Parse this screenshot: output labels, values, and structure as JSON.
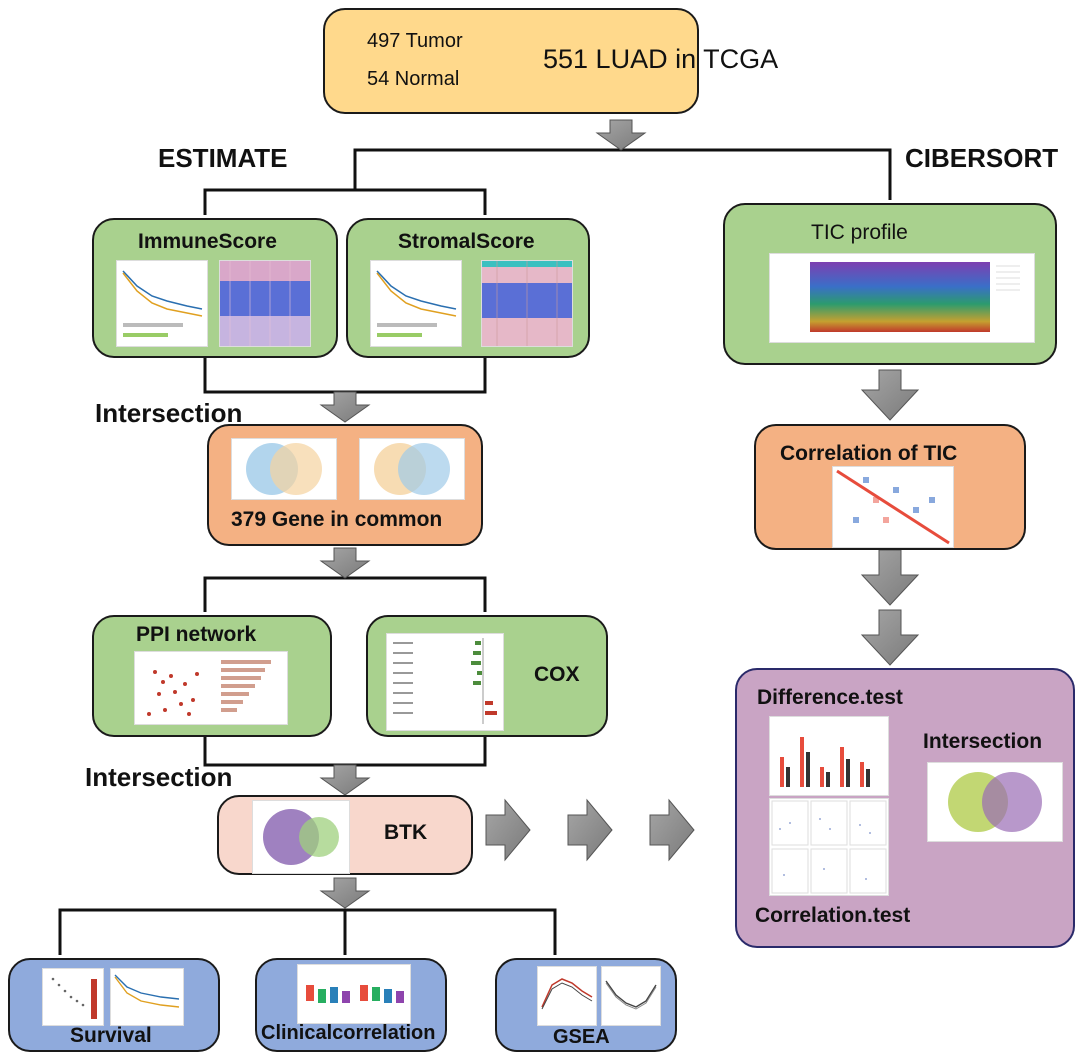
{
  "top": {
    "tumor": "497 Tumor",
    "normal": "54 Normal",
    "title": "551 LUAD in TCGA"
  },
  "estimate": "ESTIMATE",
  "cibersort": "CIBERSORT",
  "immune_score": "ImmuneScore",
  "stromal_score": "StromalScore",
  "intersection_1": "Intersection",
  "gene_common": "379 Gene in common",
  "ppi_network": "PPI network",
  "cox": "COX",
  "intersection_2": "Intersection",
  "btk": "BTK",
  "survival": "Survival",
  "clinical": "Clinicalcorrelation",
  "gsea": "GSEA",
  "tic_profile": "TIC profile",
  "correlation_tic": "Correlation of TIC",
  "difference_test": "Difference.test",
  "intersection_3": "Intersection",
  "correlation_test": "Correlation.test",
  "colors": {
    "green": "#a9d18e",
    "orange": "#f4b183",
    "yellow": "#ffd98c",
    "pink": "#f8d7cc",
    "purple": "#c9a4c4",
    "blue": "#8faadc",
    "arrow": "#8c8c8c"
  }
}
